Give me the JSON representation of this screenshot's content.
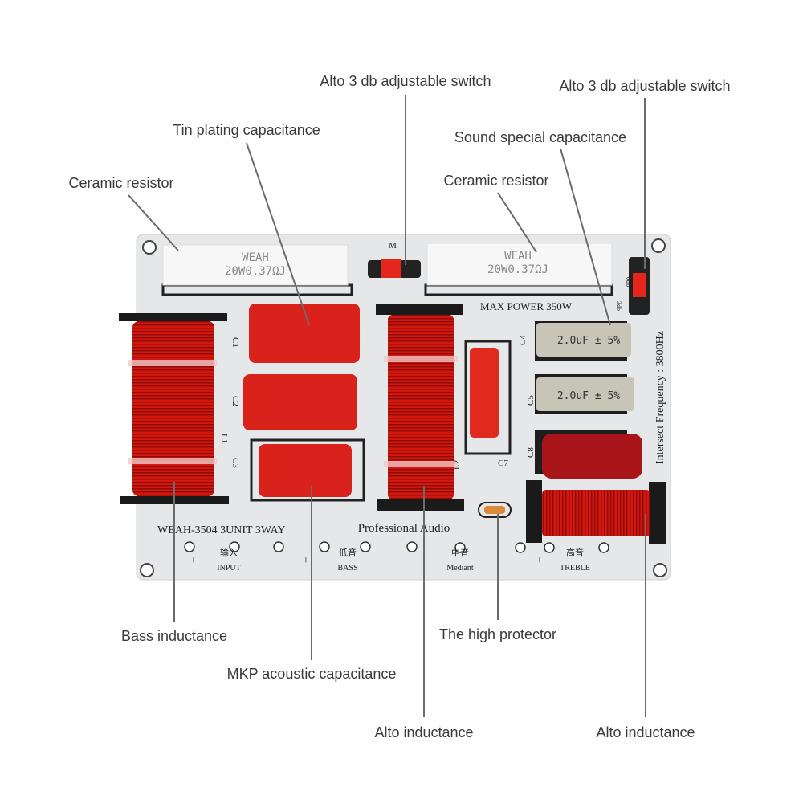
{
  "callouts": {
    "alto_switch_1": "Alto 3 db adjustable switch",
    "alto_switch_2": "Alto 3 db adjustable switch",
    "tin_plating": "Tin plating capacitance",
    "sound_special": "Sound special capacitance",
    "ceramic_1": "Ceramic resistor",
    "ceramic_2": "Ceramic resistor",
    "bass_inductance": "Bass inductance",
    "mkp": "MKP acoustic capacitance",
    "high_protector": "The high protector",
    "alto_inductance_1": "Alto inductance",
    "alto_inductance_2": "Alto inductance"
  },
  "board": {
    "resistor_brand": "WEAH",
    "resistor_value": "20W0.37ΩJ",
    "switch_mark": "M",
    "max_power": "MAX POWER 350W",
    "frequency": "Intersect Frequency : 3800Hz",
    "cap_value": "2.0uF ± 5%",
    "model": "WEAH-3504  3UNIT 3WAY",
    "brand": "Professional Audio",
    "refs": {
      "c1": "C1",
      "c2": "C2",
      "c3": "C3",
      "c4": "C4",
      "c5": "C5",
      "c7": "C7",
      "c8": "C8",
      "l1": "L1",
      "l2": "L2"
    },
    "terminals": [
      {
        "cn": "输入",
        "en": "INPUT"
      },
      {
        "cn": "低音",
        "en": "BASS"
      },
      {
        "cn": "中音",
        "en": "Mediant"
      },
      {
        "cn": "高音",
        "en": "TREBLE"
      }
    ],
    "plus": "+",
    "minus": "−",
    "switch_0db": "0db",
    "switch_3db": "3db"
  }
}
